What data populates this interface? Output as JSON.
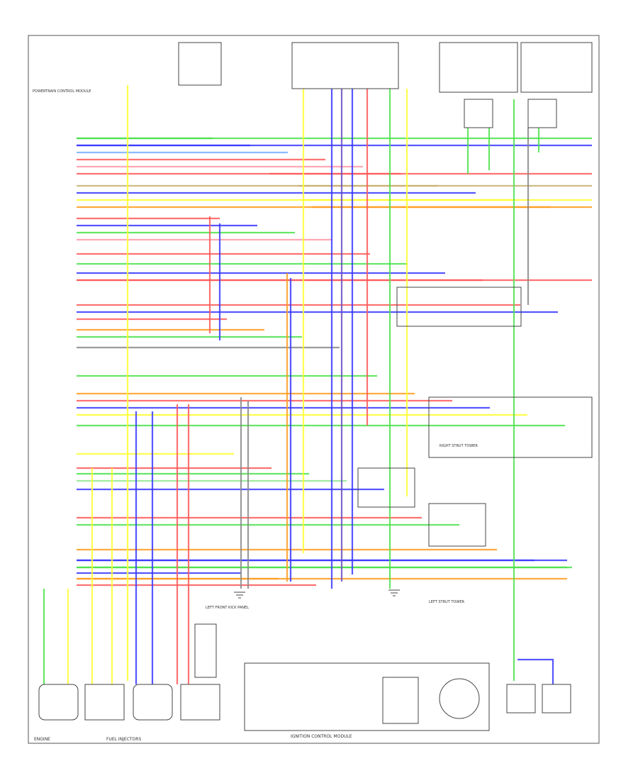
{
  "diagram": {
    "border_color": "#555555",
    "wire_colors": {
      "red": "#ff5a5a",
      "blue": "#3a3aff",
      "green": "#4ce24c",
      "yellow": "#ffff30",
      "orange": "#ff9c1e",
      "tan": "#c8b070",
      "pink": "#ff9aa8",
      "gray": "#8a8a8a",
      "violet": "#6a4cc0",
      "lightgreen": "#8fe88f",
      "ltblue": "#7ab0ff",
      "brown": "#a87a3a"
    },
    "labels": {
      "bottom_left": "ENGINE",
      "bottom_center": "FUEL INJECTORS",
      "bottom_right": "IGNITION CONTROL MODULE",
      "pcm_label": "POWERTRAIN CONTROL MODULE",
      "left_kick": "LEFT FRONT KICK PANEL",
      "left_strut": "LEFT STRUT TOWER",
      "right_strut": "RIGHT STRUT TOWER"
    }
  }
}
